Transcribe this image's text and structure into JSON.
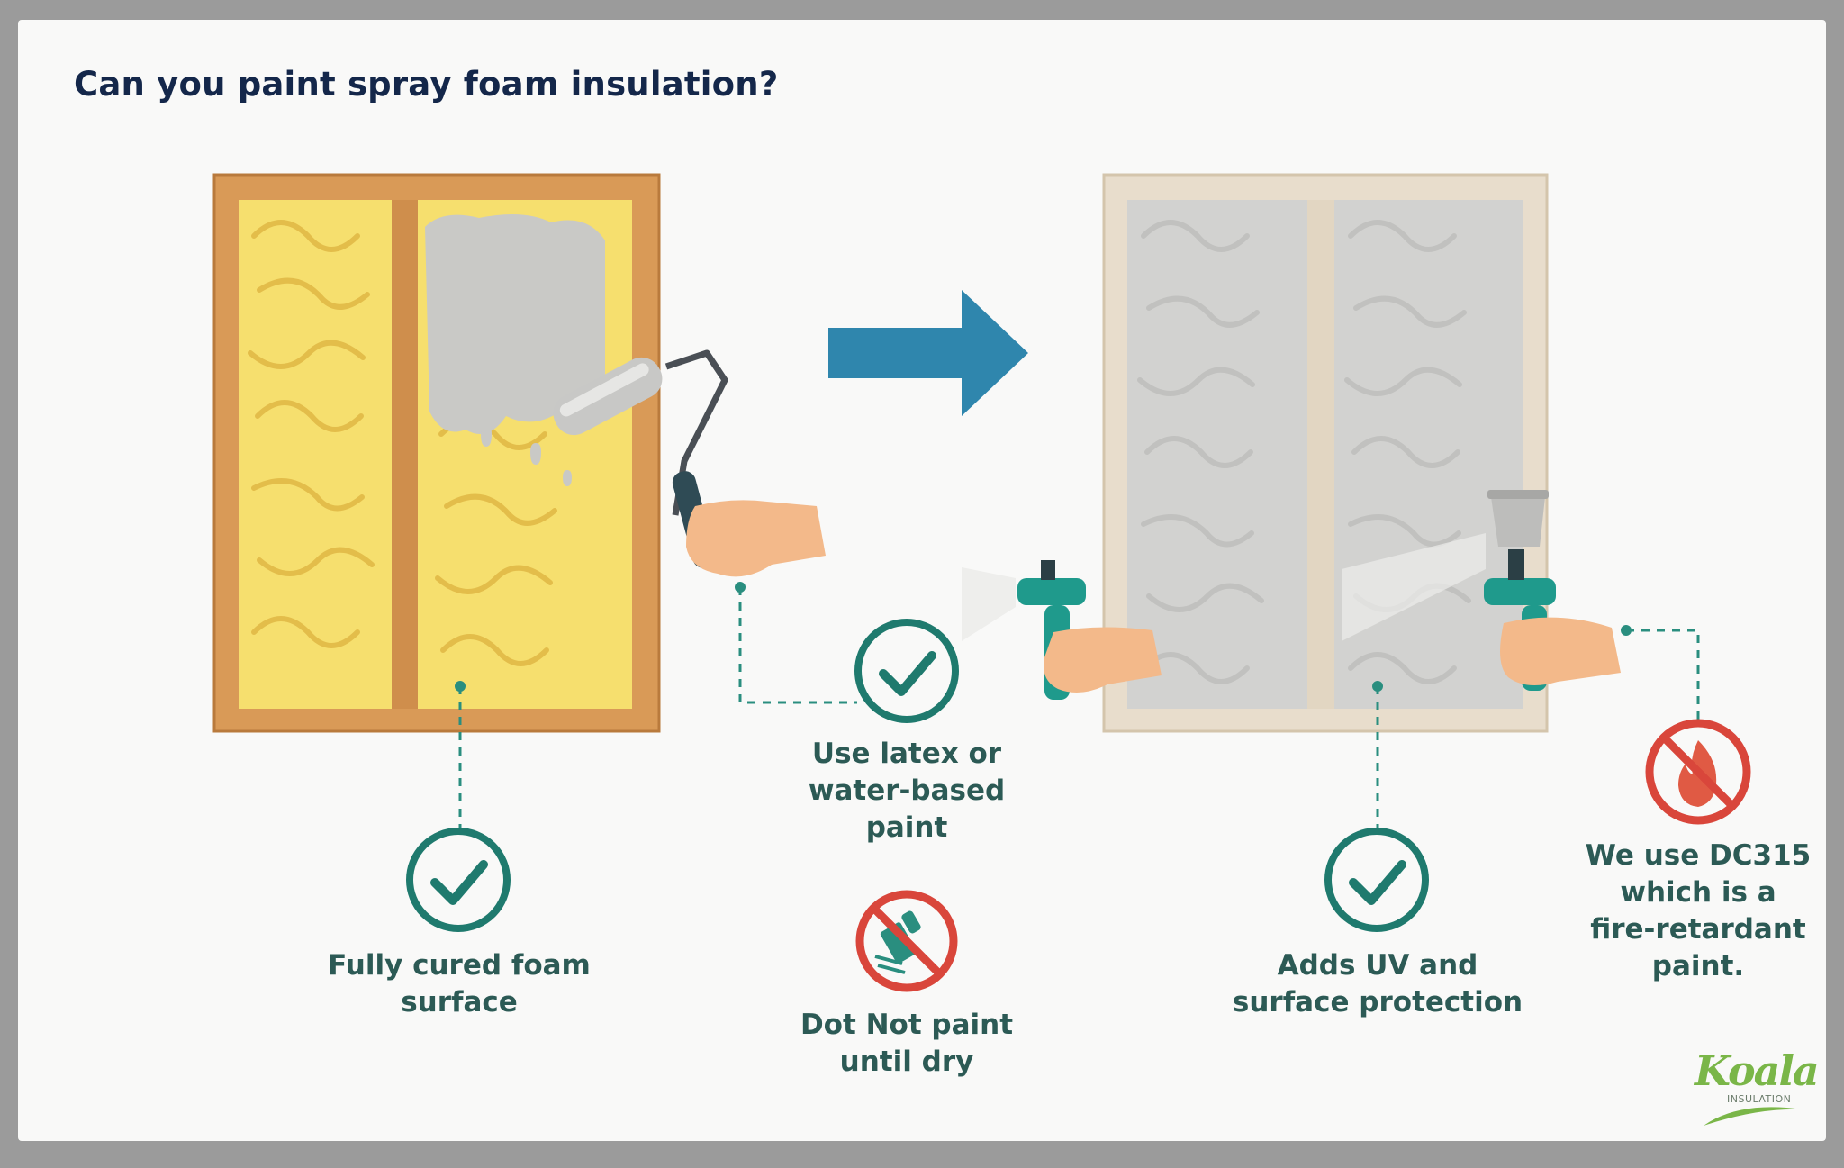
{
  "title": "Can you paint spray foam insulation?",
  "captions": {
    "cured": "Fully cured foam\nsurface",
    "latex": "Use latex or\nwater-based\npaint",
    "do_not": "Dot Not paint\nuntil dry",
    "uv": "Adds UV and\nsurface protection",
    "dc315": "We use DC315\nwhich is a\nfire-retardant\npaint."
  },
  "logo": {
    "word": "Koala",
    "sub": "INSULATION"
  },
  "colors": {
    "title": "#14274a",
    "caption": "#2c5a55",
    "check": "#1f7a6e",
    "prohibit": "#d9463b",
    "arrow": "#2f86ad",
    "wood": "#d99a57",
    "foam": "#f6df6e",
    "painted": "#d2d2d0"
  },
  "icons": [
    "check-icon",
    "no-wet-paint-icon",
    "no-fire-icon",
    "paint-roller-icon",
    "spray-gun-icon",
    "right-arrow-icon"
  ]
}
